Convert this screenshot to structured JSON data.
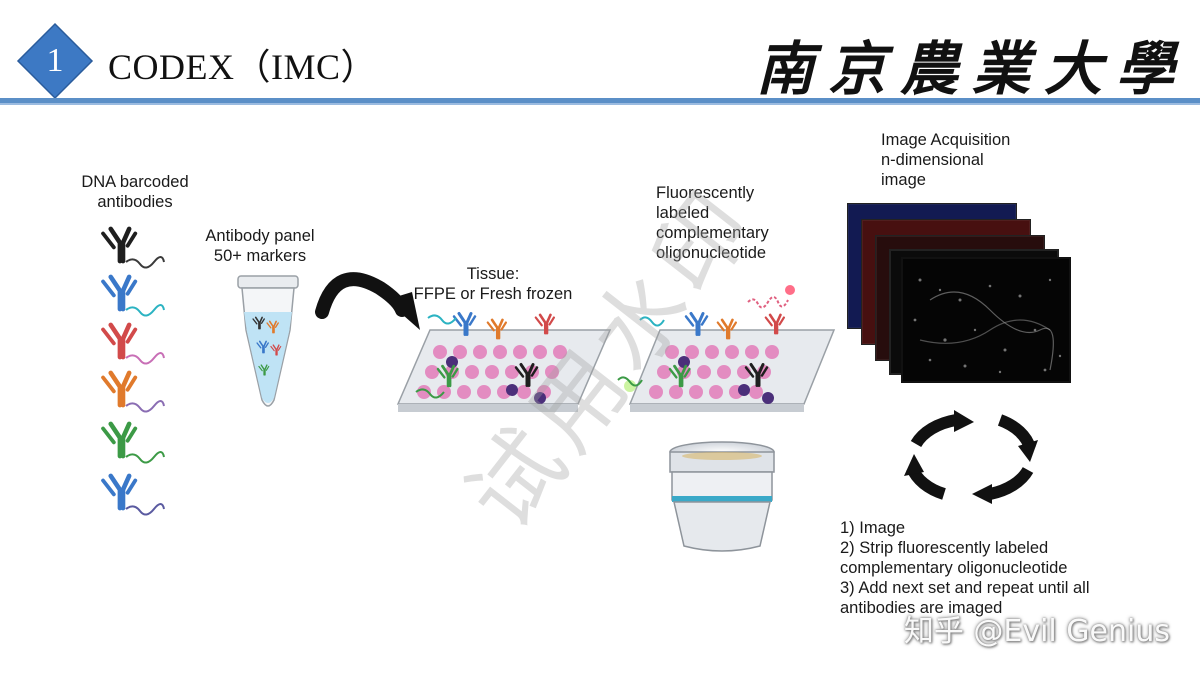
{
  "header": {
    "slide_number": "1",
    "title": "CODEX（IMC）",
    "university": "南京農業大學",
    "colors": {
      "diamond": "#3d79c4",
      "rule": "#5b8fc7"
    }
  },
  "diagram": {
    "barcoded_antibodies": {
      "label_lines": [
        "DNA barcoded",
        "antibodies"
      ],
      "antibody_colors": [
        "#1f1f1f",
        "#3a78c9",
        "#d24a4a",
        "#e07a2c",
        "#3c9a46",
        "#3a78c9"
      ],
      "tail_colors": [
        "#3a3a3a",
        "#2bb3c2",
        "#c86fb6",
        "#8a6db3",
        "#3c9a46",
        "#5a5aa0"
      ]
    },
    "antibody_panel": {
      "label_lines": [
        "Antibody panel",
        "50+ markers"
      ]
    },
    "tissue": {
      "label_lines": [
        "Tissue:",
        "FFPE or Fresh frozen"
      ]
    },
    "fluorescent_oligo": {
      "label_lines": [
        "Fluorescently",
        "labeled",
        "complementary",
        "oligonucleotide"
      ]
    },
    "image_acquisition": {
      "label_lines": [
        "Image Acquisition",
        "n-dimensional",
        "image"
      ]
    },
    "cycle_steps": [
      "1) Image",
      "2) Strip fluorescently labeled",
      "complementary oligonucleotide",
      "3) Add next set and repeat until all",
      "antibodies are imaged"
    ],
    "icons": [
      "antibody-icon",
      "tube-icon",
      "curved-arrow-icon",
      "tissue-slide-icon",
      "objective-lens-icon",
      "image-stack-icon",
      "cycle-arrows-icon"
    ]
  },
  "watermarks": {
    "center": "试用水印",
    "credit": "知乎 @Evil Genius"
  }
}
